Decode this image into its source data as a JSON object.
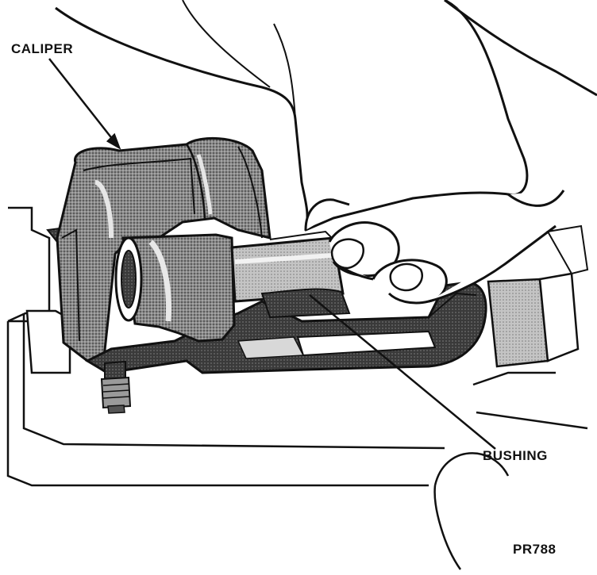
{
  "labels": {
    "caliper": "CALIPER",
    "bushing": "BUSHING",
    "figure_code": "PR788"
  },
  "parts": [
    {
      "id": "caliper",
      "name": "CALIPER"
    },
    {
      "id": "bushing",
      "name": "BUSHING"
    }
  ],
  "colors": {
    "ink": "#111111",
    "shade_dark": "#2b2b2b",
    "shade_mid": "#6a6a6a",
    "shade_light": "#a8a8a8",
    "paper": "#ffffff"
  }
}
